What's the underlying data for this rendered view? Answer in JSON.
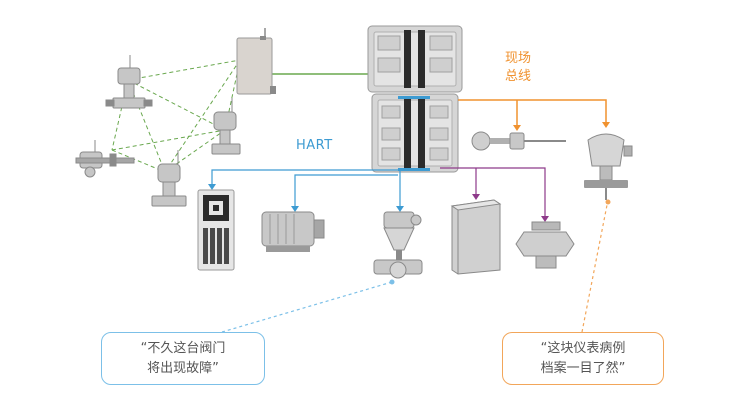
{
  "labels": {
    "fieldbus_line1": "现场",
    "fieldbus_line2": "总线",
    "hart": "HART"
  },
  "callouts": {
    "left_line1": "“不久这台阀门",
    "left_line2": "将出现故障”",
    "right_line1": "“这块仪表病例",
    "right_line2": "档案一目了然”"
  },
  "colors": {
    "wireless": "#6aa84f",
    "ethernet": "#6aa84f",
    "fieldbus": "#f0922f",
    "hart": "#3d9bd2",
    "profibus": "#8e3a8a",
    "device": "#bdbdbd",
    "device_dark": "#8a8a8a"
  }
}
